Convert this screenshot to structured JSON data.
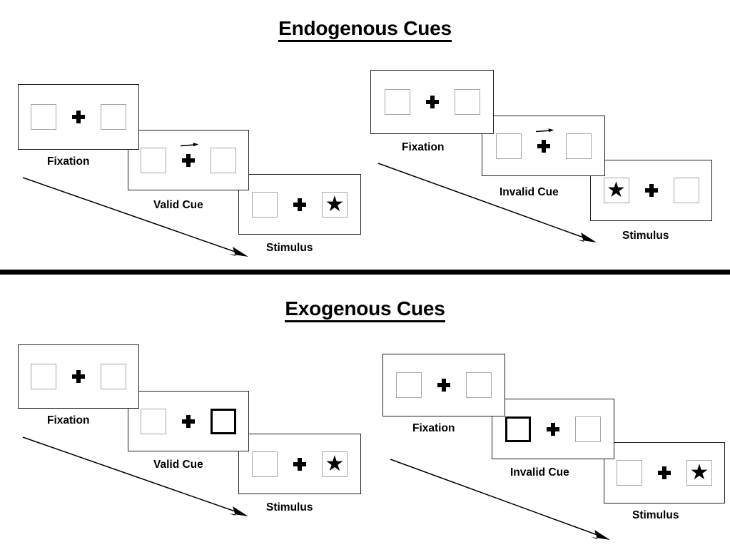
{
  "figure": {
    "title_top": "Endogenous Cues",
    "title_bottom": "Exogenous Cues",
    "divider_color": "#000000",
    "box_border_color": "#a6a6a6",
    "cued_box_border_color": "#000000",
    "panel_border_color": "#231f20",
    "background": "#ffffff"
  },
  "sections": [
    {
      "id": "endogenous",
      "title": "Endogenous Cues",
      "sequences": [
        {
          "id": "endogenous-valid",
          "condition": "Valid",
          "frames": [
            {
              "caption": "Fixation",
              "cue_type": "none",
              "cue_direction": "",
              "cued_side": "",
              "target_side": "",
              "left_box": "empty",
              "right_box": "empty"
            },
            {
              "caption": "Valid Cue",
              "cue_type": "central-arrow",
              "cue_direction": "right",
              "cued_side": "right",
              "target_side": "",
              "left_box": "empty",
              "right_box": "empty"
            },
            {
              "caption": "Stimulus",
              "cue_type": "none",
              "cue_direction": "",
              "cued_side": "",
              "target_side": "right",
              "left_box": "empty",
              "right_box": "star"
            }
          ]
        },
        {
          "id": "endogenous-invalid",
          "condition": "Invalid",
          "frames": [
            {
              "caption": "Fixation",
              "cue_type": "none",
              "cue_direction": "",
              "cued_side": "",
              "target_side": "",
              "left_box": "empty",
              "right_box": "empty"
            },
            {
              "caption": "Invalid Cue",
              "cue_type": "central-arrow",
              "cue_direction": "right",
              "cued_side": "right",
              "target_side": "",
              "left_box": "empty",
              "right_box": "empty"
            },
            {
              "caption": "Stimulus",
              "cue_type": "none",
              "cue_direction": "",
              "cued_side": "",
              "target_side": "left",
              "left_box": "star",
              "right_box": "empty"
            }
          ]
        }
      ]
    },
    {
      "id": "exogenous",
      "title": "Exogenous Cues",
      "sequences": [
        {
          "id": "exogenous-valid",
          "condition": "Valid",
          "frames": [
            {
              "caption": "Fixation",
              "cue_type": "none",
              "cue_direction": "",
              "cued_side": "",
              "target_side": "",
              "left_box": "empty",
              "right_box": "empty"
            },
            {
              "caption": "Valid Cue",
              "cue_type": "peripheral-box-flash",
              "cue_direction": "",
              "cued_side": "right",
              "target_side": "",
              "left_box": "empty",
              "right_box": "cued"
            },
            {
              "caption": "Stimulus",
              "cue_type": "none",
              "cue_direction": "",
              "cued_side": "",
              "target_side": "right",
              "left_box": "empty",
              "right_box": "star"
            }
          ]
        },
        {
          "id": "exogenous-invalid",
          "condition": "Invalid",
          "frames": [
            {
              "caption": "Fixation",
              "cue_type": "none",
              "cue_direction": "",
              "cued_side": "",
              "target_side": "",
              "left_box": "empty",
              "right_box": "empty"
            },
            {
              "caption": "Invalid Cue",
              "cue_type": "peripheral-box-flash",
              "cue_direction": "",
              "cued_side": "left",
              "target_side": "",
              "left_box": "cued",
              "right_box": "empty"
            },
            {
              "caption": "Stimulus",
              "cue_type": "none",
              "cue_direction": "",
              "cued_side": "",
              "target_side": "right",
              "left_box": "empty",
              "right_box": "star"
            }
          ]
        }
      ]
    }
  ],
  "glyphs": {
    "star": "★",
    "fixation_cross": "plus-sign",
    "cue_arrow": "right-arrow",
    "time_arrow": "diagonal-time-arrow"
  }
}
